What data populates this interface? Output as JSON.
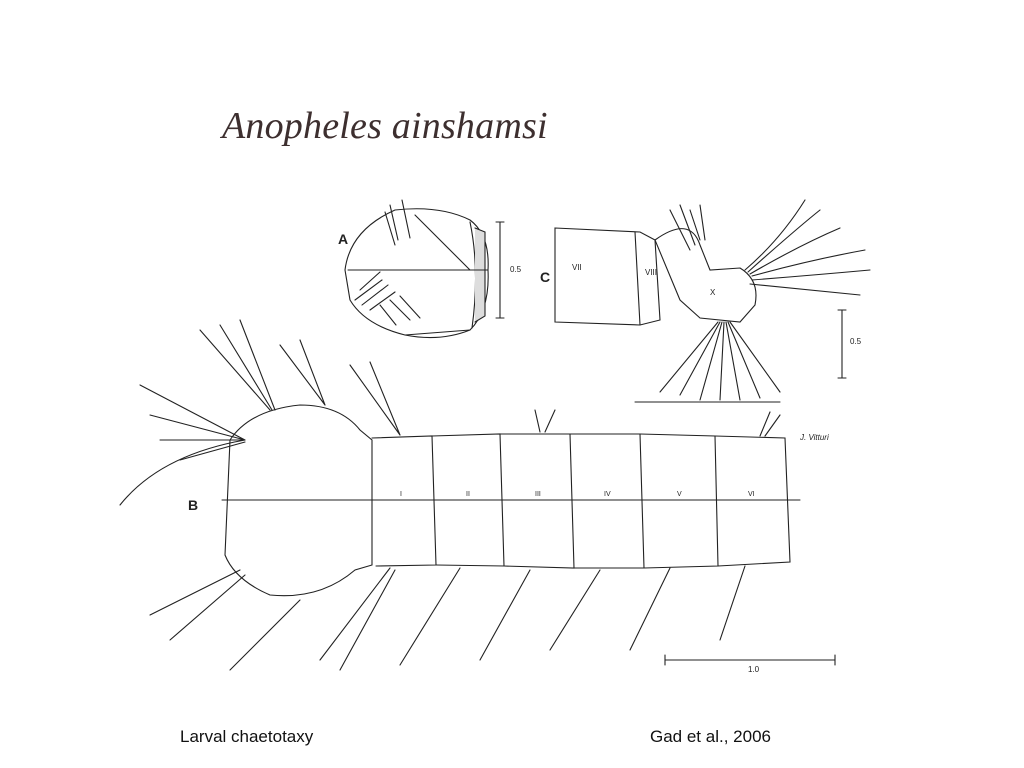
{
  "slide": {
    "title": "Anopheles ainshamsi",
    "caption_left": "Larval chaetotaxy",
    "caption_right": "Gad et al., 2006"
  },
  "figure": {
    "panels": [
      {
        "label": "A",
        "scale": "0.5"
      },
      {
        "label": "C",
        "scale": "0.5"
      },
      {
        "label": "B",
        "scale": "1.0"
      }
    ],
    "segments_B": [
      "I",
      "II",
      "III",
      "IV",
      "V",
      "VI"
    ],
    "segments_C": [
      "VII",
      "VIII",
      "X"
    ],
    "signature": "J. Vitturi"
  }
}
